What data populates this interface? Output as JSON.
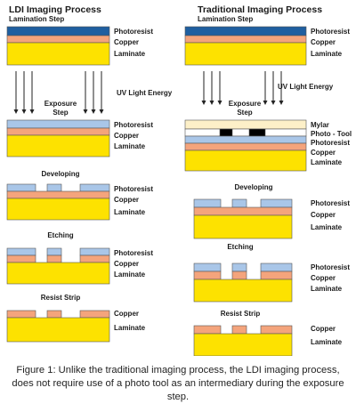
{
  "colors": {
    "photoresist": "#a9c6e8",
    "photoresist_dark": "#1f5fa0",
    "copper": "#f4a47c",
    "laminate": "#fde200",
    "mylar": "#fdf0c8",
    "tool_dark": "#000000",
    "outline": "#555555"
  },
  "ldi": {
    "title": "LDI Imaging Process",
    "lamination": "Lamination Step",
    "uv": "UV Light Energy",
    "exposure": [
      "Exposure",
      "Step"
    ],
    "developing": "Developing",
    "etching": "Etching",
    "resist_strip": "Resist Strip"
  },
  "trad": {
    "title": "Traditional Imaging Process",
    "lamination": "Lamination Step",
    "uv": "UV Light Energy",
    "exposure": [
      "Exposure",
      "Step"
    ],
    "developing": "Developing",
    "etching": "Etching",
    "resist_strip": "Resist Strip"
  },
  "labels": {
    "photoresist": "Photoresist",
    "copper": "Copper",
    "laminate": "Laminate",
    "mylar": "Mylar",
    "photo_tool": "Photo - Tool"
  },
  "caption": "Figure 1: Unlike the traditional imaging process, the LDI imaging process, does not require use of a photo tool as an intermediary during the exposure step."
}
